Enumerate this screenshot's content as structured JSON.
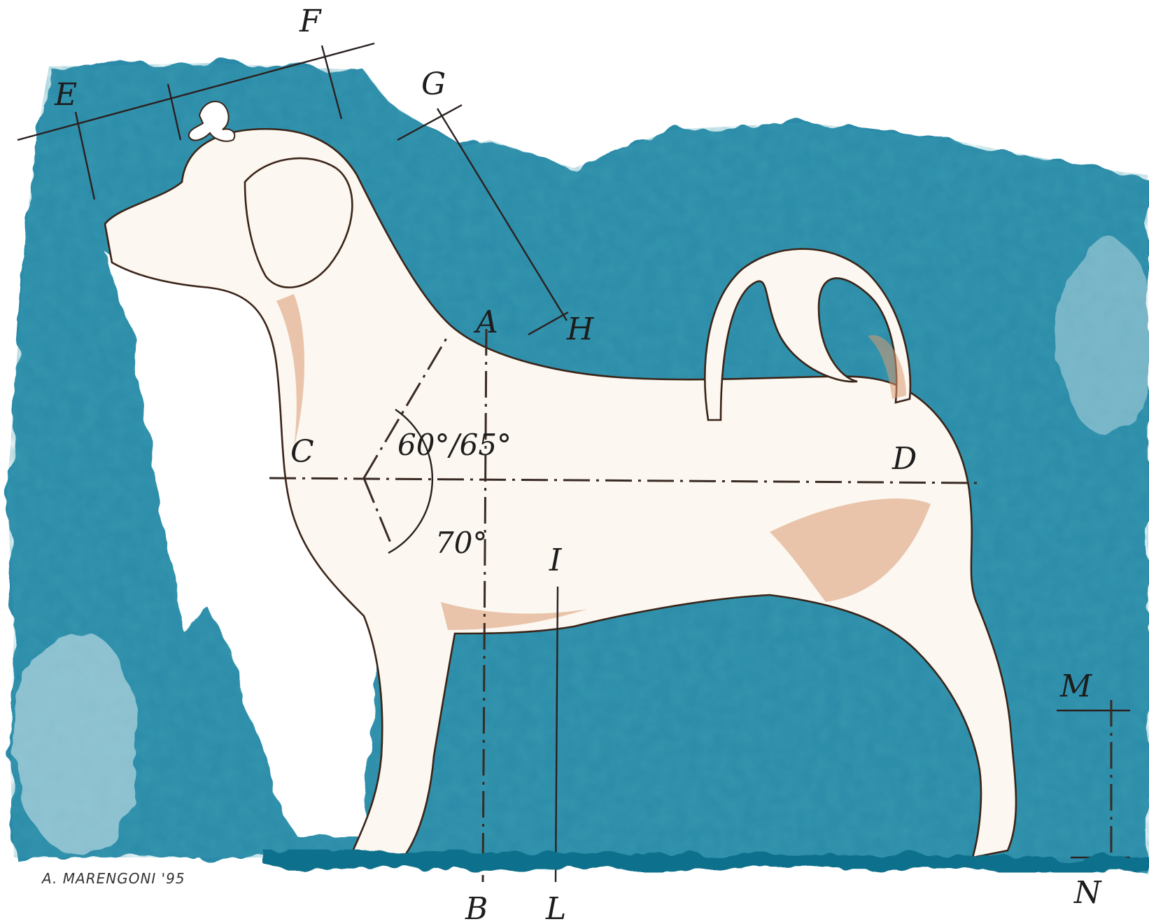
{
  "colors": {
    "background_wash": "#2b8aa8",
    "background_wash_dark": "#136c88",
    "dog_body": "#fcf7f0",
    "dog_shading": "#d99b72",
    "lines": "#2a2020"
  },
  "points": {
    "A": "A",
    "B": "B",
    "C": "C",
    "D": "D",
    "E": "E",
    "F": "F",
    "G": "G",
    "H": "H",
    "I": "I",
    "L": "L",
    "M": "M",
    "N": "N"
  },
  "angles": {
    "shoulder": "60°/65°",
    "upper_arm": "70°"
  },
  "signature": "A. MARENGONI '95"
}
